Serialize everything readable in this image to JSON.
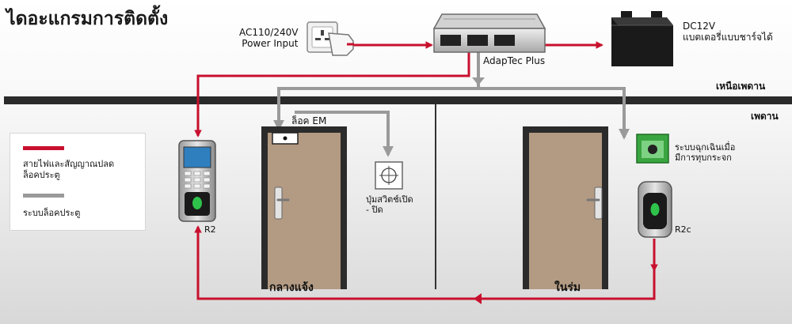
{
  "title": "ไดอะแกรมการติดตั้ง",
  "power": {
    "line1": "AC110/240V",
    "line2": "Power Input"
  },
  "battery": {
    "line1": "DC12V",
    "line2": "แบตเตอรี่แบบชาร์จได้"
  },
  "controller": {
    "label": "AdapTec Plus"
  },
  "zones": {
    "above_ceiling": "เหนือเพดาน",
    "ceiling": "เพดาน",
    "outside": "กลางแจ้ง",
    "inside": "ในร่ม"
  },
  "em_lock": {
    "label": "ล็อค EM"
  },
  "exit_button": {
    "line1": "ปุ่มสวิตช์เปิด",
    "line2": "- ปิด"
  },
  "emergency": {
    "line1": "ระบบฉุกเฉินเมื่อ",
    "line2": "มีการทุบกระจก"
  },
  "reader_outside": {
    "label": "R2"
  },
  "reader_inside": {
    "label": "R2c"
  },
  "legend": {
    "red_text_1": "สายไฟและสัญญาณปลด",
    "red_text_2": "ล็อคประตู",
    "gray_text": "ระบบล็อคประตู"
  },
  "colors": {
    "red_wire": "#c8102e",
    "gray_wire": "#9a9a9a",
    "door": "#b39a82",
    "ceiling_bar": "#2a2a2a"
  }
}
